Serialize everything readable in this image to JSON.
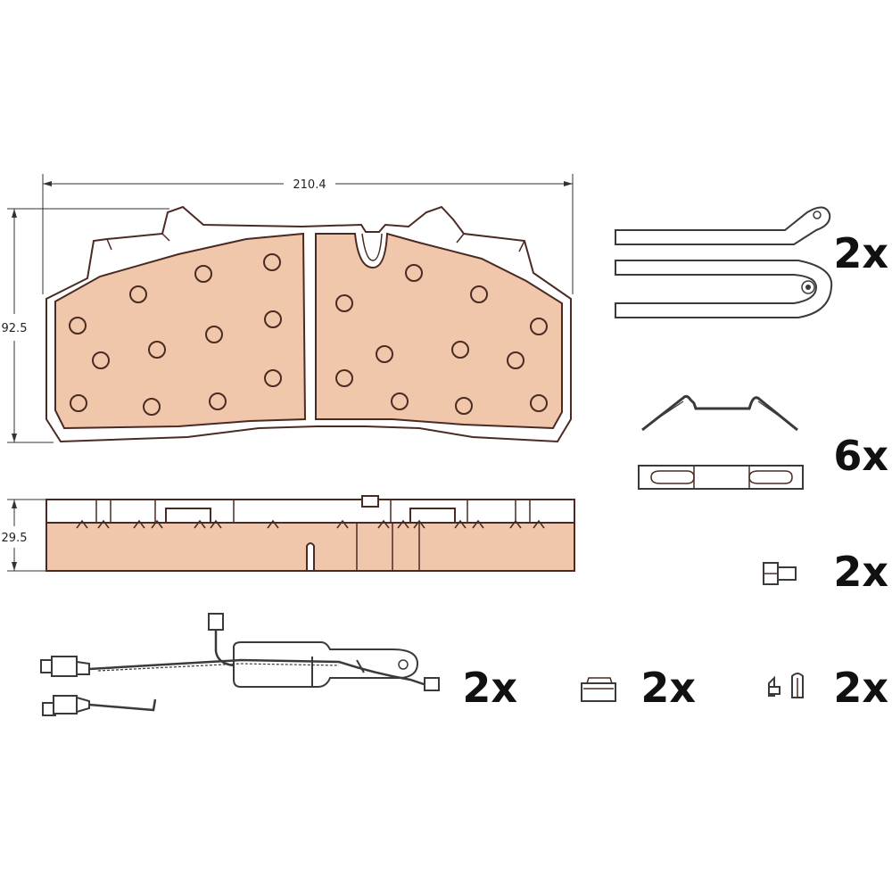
{
  "dimensions": {
    "width": "210.4",
    "height": "92.5",
    "thickness": "29.5"
  },
  "quantities": {
    "wear_spring": "2x",
    "retaining_clip": "6x",
    "bolt": "2x",
    "wear_sensor": "2x",
    "sensor_cap": "2x",
    "rivet_pin": "2x"
  },
  "colors": {
    "friction_material": "#f1c7ac",
    "outline": "#4a2b24"
  }
}
